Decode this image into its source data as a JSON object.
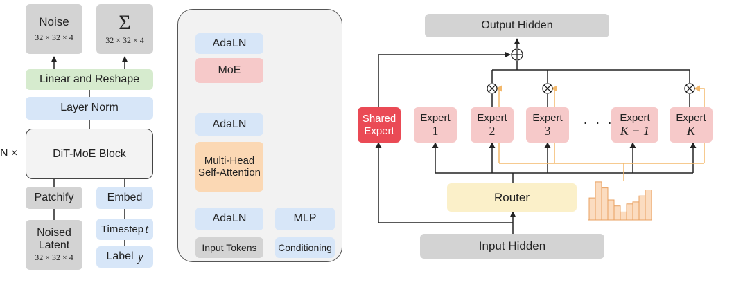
{
  "left": {
    "noise": {
      "label": "Noise",
      "dims": "32 × 32 × 4"
    },
    "sigma": {
      "symbol": "Σ",
      "dims": "32 × 32 × 4"
    },
    "linear_reshape": "Linear and Reshape",
    "layer_norm": "Layer Norm",
    "n_times": "N ×",
    "dit_moe_block": "DiT-MoE Block",
    "patchify": "Patchify",
    "embed": "Embed",
    "noised_latent": {
      "line1": "Noised",
      "line2": "Latent",
      "dims": "32 × 32 × 4"
    },
    "timestep": {
      "text": "Timestep",
      "symbol": "t"
    },
    "label": {
      "text": "Label",
      "symbol": "y"
    }
  },
  "middle": {
    "adaln_top": "AdaLN",
    "moe": "MoE",
    "adaln_mid": "AdaLN",
    "attention": {
      "line1": "Multi-Head",
      "line2": "Self-Attention"
    },
    "adaln_bottom": "AdaLN",
    "mlp": "MLP",
    "input_tokens": "Input Tokens",
    "conditioning": "Conditioning"
  },
  "right": {
    "output_hidden": "Output Hidden",
    "shared_expert": {
      "line1": "Shared",
      "line2": "Expert"
    },
    "experts": [
      {
        "name": "Expert",
        "index": "1"
      },
      {
        "name": "Expert",
        "index": "2"
      },
      {
        "name": "Expert",
        "index": "3"
      },
      {
        "name": "Expert",
        "index": "K − 1"
      },
      {
        "name": "Expert",
        "index": "K"
      }
    ],
    "ellipsis": "· · ·",
    "router": "Router",
    "input_hidden": "Input Hidden",
    "histogram": [
      0.55,
      0.95,
      0.8,
      0.5,
      0.35,
      0.2,
      0.4,
      0.45,
      0.6,
      0.75
    ]
  },
  "colors": {
    "gray": "#d3d3d3",
    "blue": "#d7e6f8",
    "green": "#d6ebce",
    "pink": "#f6c9c9",
    "orange": "#fbd8b4",
    "yellow": "#fbf0c9",
    "red": "#ea4a55",
    "orange_line": "#f3b86b"
  }
}
